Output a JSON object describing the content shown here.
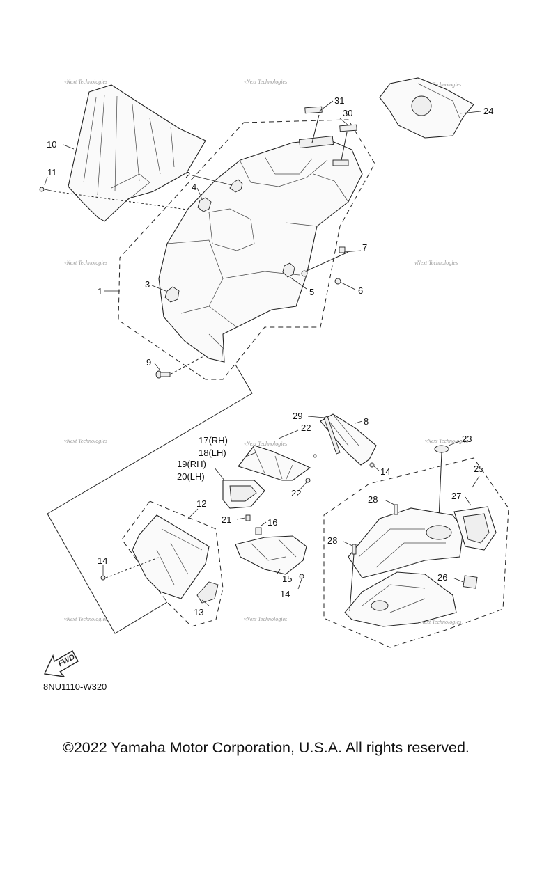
{
  "diagram_code": "8NU1110-W320",
  "copyright": "©2022 Yamaha Motor Corporation, U.S.A. All rights reserved.",
  "fwd_label": "FWD",
  "watermark": "vNext Technologies",
  "callouts": {
    "c1": "1",
    "c2": "2",
    "c3": "3",
    "c4": "4",
    "c5": "5",
    "c6": "6",
    "c7": "7",
    "c8": "8",
    "c9": "9",
    "c10": "10",
    "c11": "11",
    "c12": "12",
    "c13": "13",
    "c14a": "14",
    "c14b": "14",
    "c14c": "14",
    "c15": "15",
    "c16": "16",
    "c17": "17(RH)",
    "c18": "18(LH)",
    "c19": "19(RH)",
    "c20": "20(LH)",
    "c21": "21",
    "c22a": "22",
    "c22b": "22",
    "c23": "23",
    "c24": "24",
    "c25": "25",
    "c26": "26",
    "c27": "27",
    "c28a": "28",
    "c28b": "28",
    "c29": "29",
    "c30": "30",
    "c31": "31"
  },
  "colors": {
    "line": "#222222",
    "watermark": "#9a9a9a",
    "background": "#ffffff"
  }
}
